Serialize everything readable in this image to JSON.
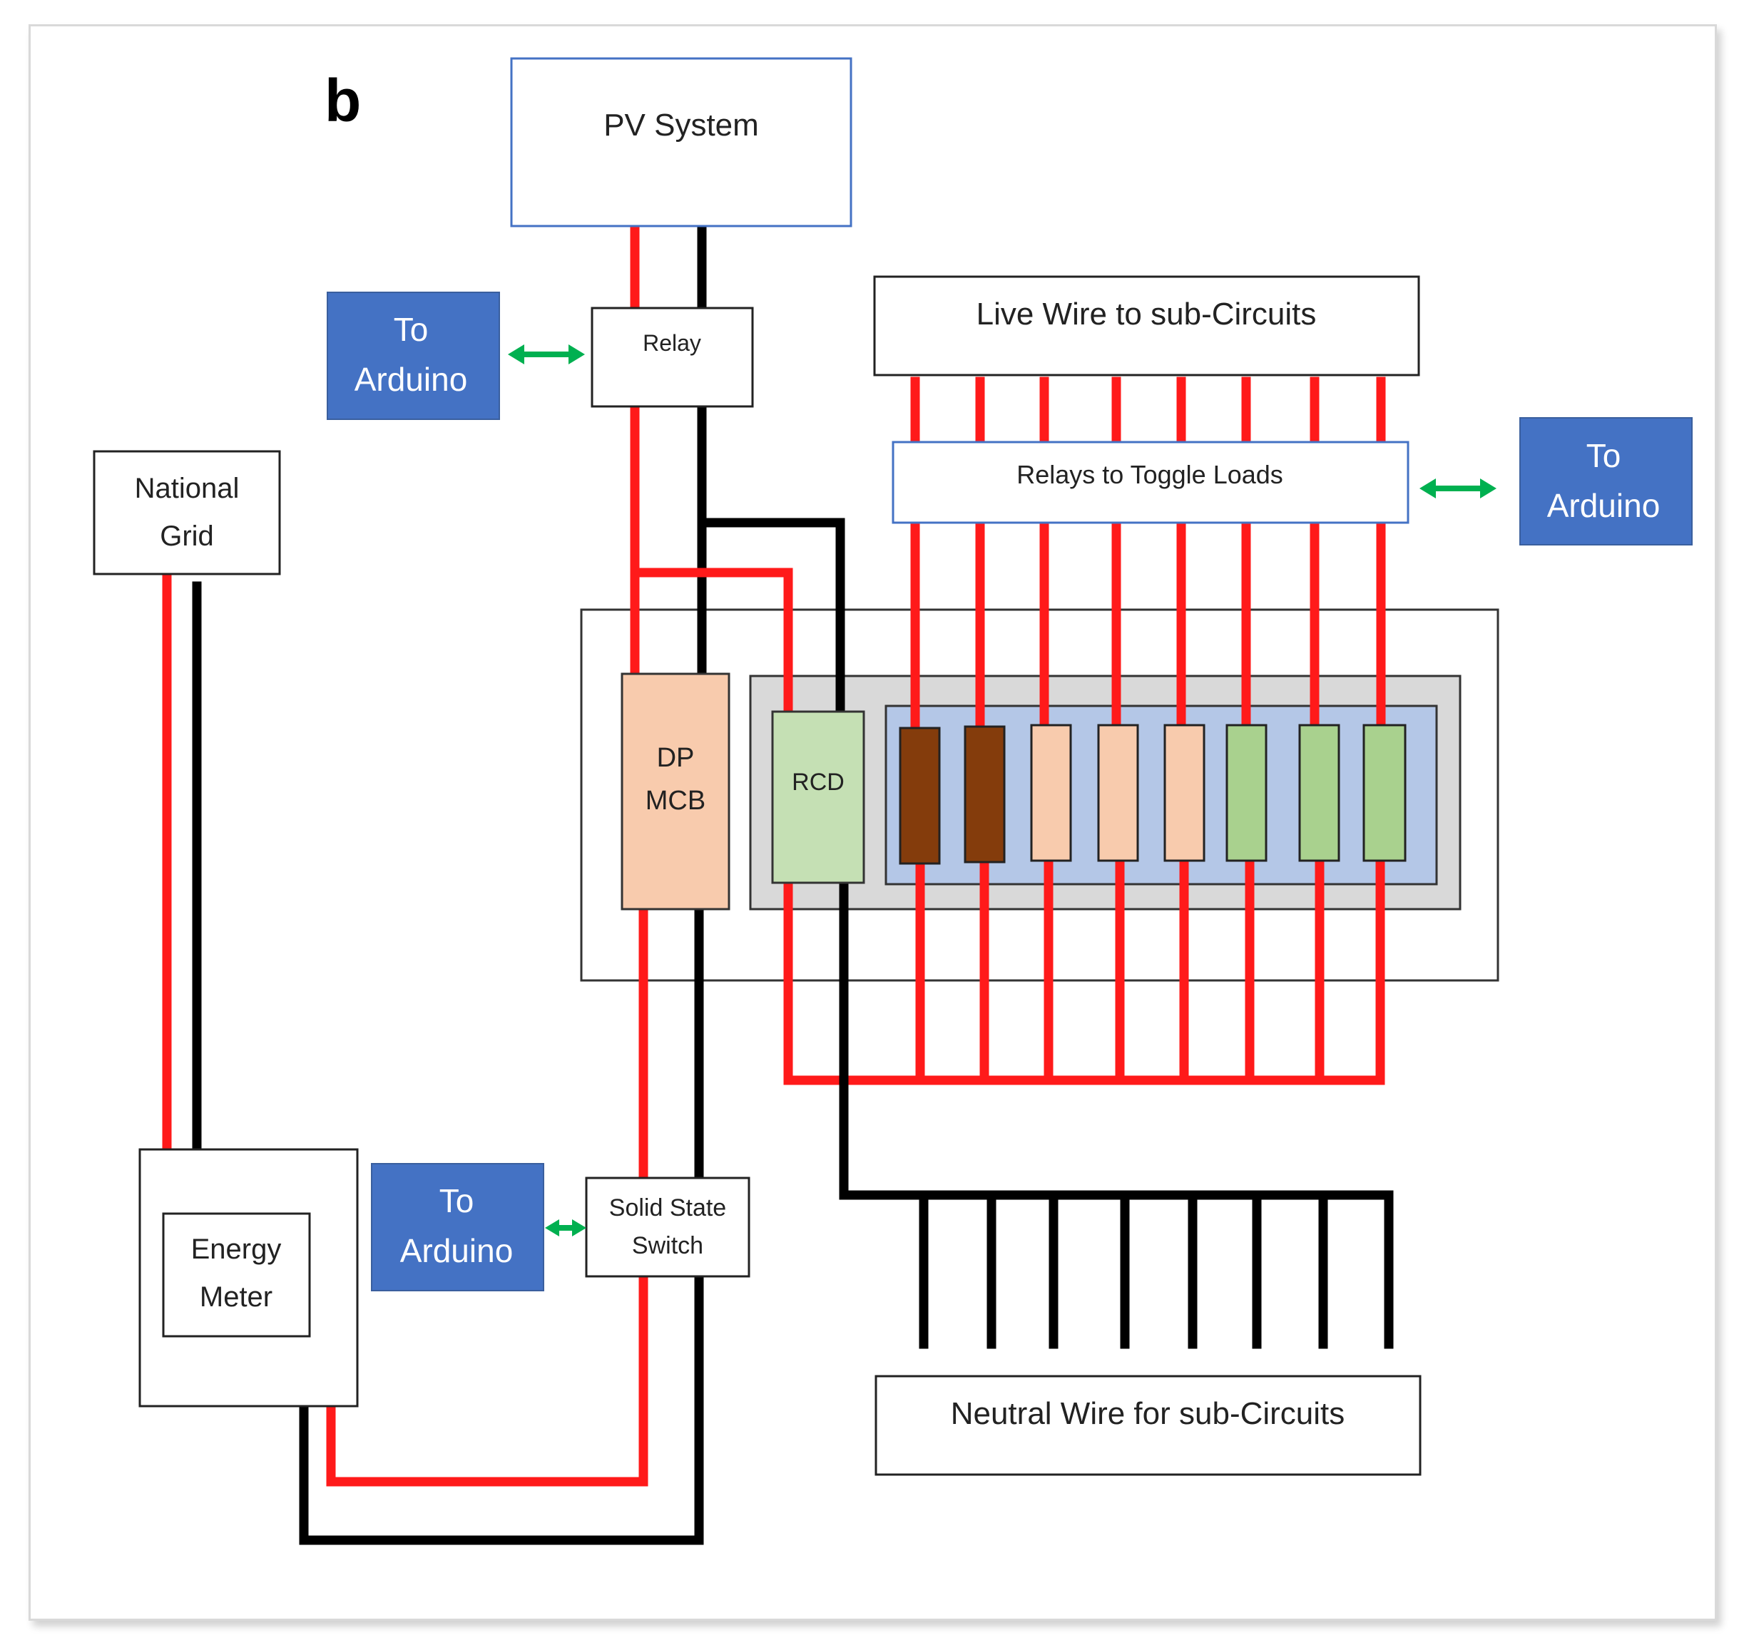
{
  "panel_letter": "b",
  "labels": {
    "pv_system": "PV System",
    "relay": "Relay",
    "live_wire": "Live Wire to sub-Circuits",
    "relays_toggle": "Relays to Toggle Loads",
    "national_grid": [
      "National",
      "Grid"
    ],
    "dp_mcb": [
      "DP",
      "MCB"
    ],
    "rcd": "RCD",
    "energy_meter": [
      "Energy",
      "Meter"
    ],
    "solid_state_switch": [
      "Solid State",
      "Switch"
    ],
    "neutral_wire": "Neutral Wire for sub-Circuits",
    "to_arduino": [
      "To",
      "Arduino"
    ]
  },
  "colors": {
    "live": "#ff1a1a",
    "neutral": "#000000",
    "arduino_box": "#4472c4",
    "arrow": "#00b050",
    "mcb": "#f8cbad",
    "rcd": "#c5e0b4",
    "breaker_brown": "#843c0c",
    "breaker_peach": "#f8cbad",
    "breaker_green": "#a9d18e",
    "busbar": "#b4c7e7",
    "board_grey": "#d9d9d9",
    "relays_box_border": "#4472c4"
  },
  "breakers": [
    "brown",
    "brown",
    "peach",
    "peach",
    "peach",
    "green",
    "green",
    "green"
  ]
}
